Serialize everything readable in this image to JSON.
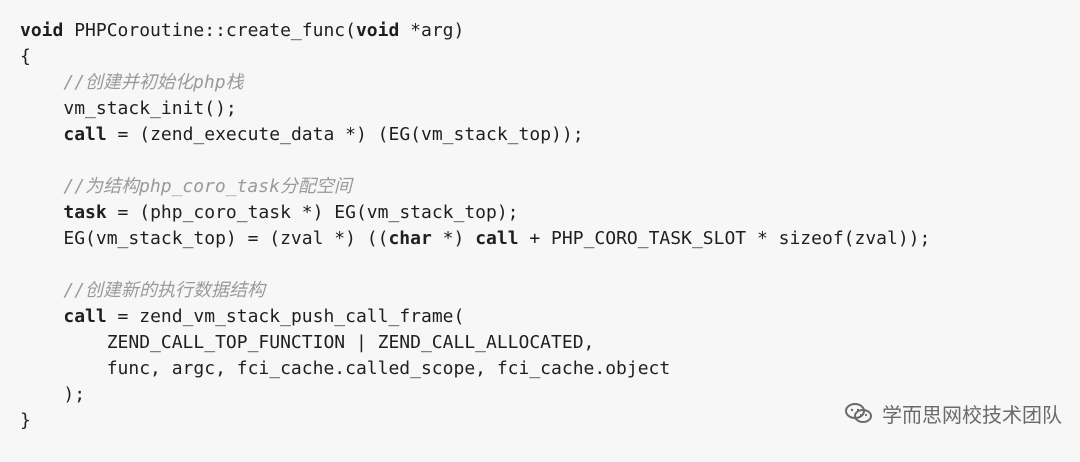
{
  "code": {
    "lines": [
      {
        "indent": "",
        "parts": [
          {
            "t": "void",
            "c": "kw"
          },
          {
            "t": " PHPCoroutine::create_func("
          },
          {
            "t": "void",
            "c": "kw"
          },
          {
            "t": " *arg)"
          }
        ]
      },
      {
        "indent": "",
        "parts": [
          {
            "t": "{"
          }
        ]
      },
      {
        "indent": "    ",
        "parts": [
          {
            "t": "//创建并初始化php栈",
            "c": "comment"
          }
        ]
      },
      {
        "indent": "    ",
        "parts": [
          {
            "t": "vm_stack_init();"
          }
        ]
      },
      {
        "indent": "    ",
        "parts": [
          {
            "t": "call",
            "c": "kw"
          },
          {
            "t": " = (zend_execute_data *) (EG(vm_stack_top));"
          }
        ]
      },
      {
        "indent": "",
        "parts": [
          {
            "t": ""
          }
        ]
      },
      {
        "indent": "    ",
        "parts": [
          {
            "t": "//为结构php_coro_task分配空间",
            "c": "comment"
          }
        ]
      },
      {
        "indent": "    ",
        "parts": [
          {
            "t": "task",
            "c": "kw"
          },
          {
            "t": " = (php_coro_task *) EG(vm_stack_top);"
          }
        ]
      },
      {
        "indent": "    ",
        "parts": [
          {
            "t": "EG(vm_stack_top) = (zval *) (("
          },
          {
            "t": "char",
            "c": "kw"
          },
          {
            "t": " *) "
          },
          {
            "t": "call",
            "c": "kw"
          },
          {
            "t": " + PHP_CORO_TASK_SLOT * sizeof(zval));"
          }
        ]
      },
      {
        "indent": "",
        "parts": [
          {
            "t": ""
          }
        ]
      },
      {
        "indent": "    ",
        "parts": [
          {
            "t": "//创建新的执行数据结构",
            "c": "comment"
          }
        ]
      },
      {
        "indent": "    ",
        "parts": [
          {
            "t": "call",
            "c": "kw"
          },
          {
            "t": " = zend_vm_stack_push_call_frame("
          }
        ]
      },
      {
        "indent": "        ",
        "parts": [
          {
            "t": "ZEND_CALL_TOP_FUNCTION | ZEND_CALL_ALLOCATED,"
          }
        ]
      },
      {
        "indent": "        ",
        "parts": [
          {
            "t": "func, argc, fci_cache.called_scope, fci_cache.object"
          }
        ]
      },
      {
        "indent": "    ",
        "parts": [
          {
            "t": ");"
          }
        ]
      },
      {
        "indent": "",
        "parts": [
          {
            "t": "}"
          }
        ]
      }
    ]
  },
  "watermark": {
    "icon": "wechat-icon",
    "text": "学而思网校技术团队"
  }
}
